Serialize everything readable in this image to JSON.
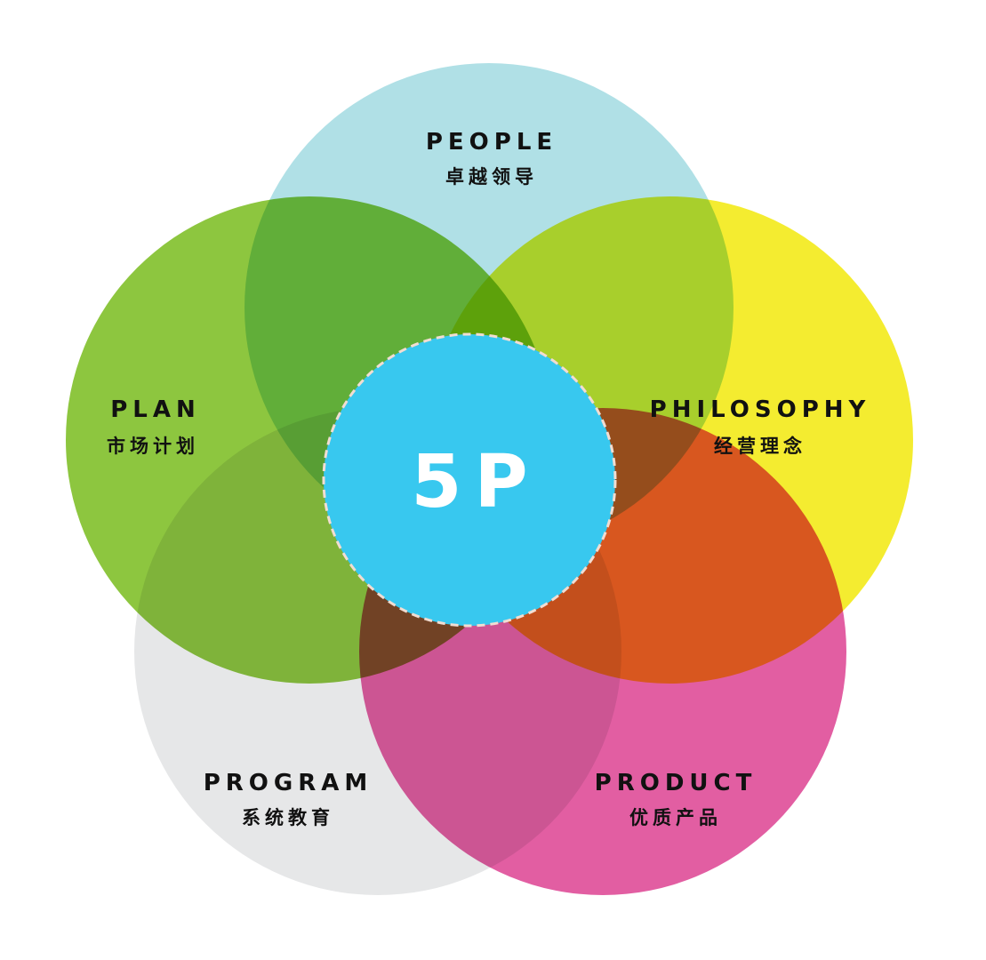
{
  "center": {
    "label": "5P",
    "color": "#38c8ef",
    "border_color": "#f1ddd2"
  },
  "items": [
    {
      "key": "people",
      "title": "PEOPLE",
      "subtitle": "卓越领导",
      "color": "#b0e0e6"
    },
    {
      "key": "plan",
      "title": "PLAN",
      "subtitle": "市场计划",
      "color": "#8dc63f"
    },
    {
      "key": "philosophy",
      "title": "PHILOSOPHY",
      "subtitle": "经营理念",
      "color": "#f4ec30"
    },
    {
      "key": "program",
      "title": "PROGRAM",
      "subtitle": "系统教育",
      "color": "#e6e7e8"
    },
    {
      "key": "product",
      "title": "PRODUCT",
      "subtitle": "优质产品",
      "color": "#e25ea2"
    }
  ]
}
